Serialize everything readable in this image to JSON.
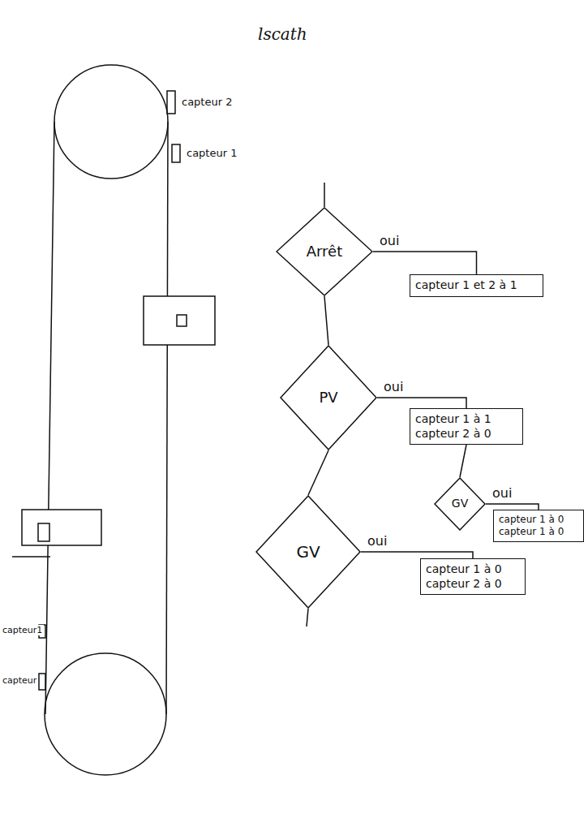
{
  "diagram": {
    "title": "lscath",
    "nodes": [
      {
        "text": [
          "Arrêt"
        ]
      },
      {
        "text": [
          "capteur 1 et 2 à 1"
        ]
      },
      {
        "text": [
          "PV"
        ]
      },
      {
        "text": [
          "capteur 1 à 1 capteur 2 à 0"
        ]
      },
      {
        "text": [
          "GV"
        ]
      },
      {
        "text": [
          "capteur 1 à 0 capteur 1 à 0"
        ]
      },
      {
        "text": [
          "GV"
        ]
      },
      {
        "text": [
          "capteur 1 à 0 capteur 2 à 0"
        ]
      }
    ],
    "edges": [
      {
        "from": 0,
        "to": 1,
        "label": "oui",
        "arrow": "none"
      },
      {
        "from": 0,
        "to": 2,
        "arrow": "none"
      },
      {
        "from": 2,
        "to": 3,
        "label": "oui",
        "arrow": "none"
      },
      {
        "from": 2,
        "to": 6,
        "arrow": "none"
      },
      {
        "from": 3,
        "to": 4,
        "arrow": "none"
      },
      {
        "from": 4,
        "to": 5,
        "label": "oui",
        "arrow": "none"
      },
      {
        "from": 6,
        "to": 7,
        "label": "oui",
        "arrow": "none"
      }
    ],
    "labels": [
      "capteur 2",
      "capteur 1",
      "capteur1",
      "capteur"
    ]
  }
}
